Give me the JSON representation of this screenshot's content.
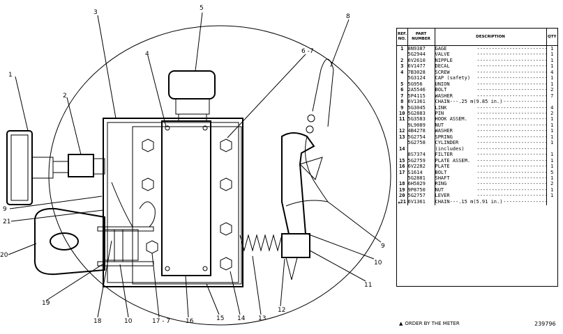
{
  "diagram": {
    "callouts": [
      "1",
      "2",
      "3",
      "4",
      "5",
      "6 -7",
      "8",
      "9",
      "21",
      "20",
      "19",
      "18",
      "10",
      "17 - 7",
      "16",
      "15",
      "14",
      "13",
      "12",
      "11",
      "10",
      "9"
    ]
  },
  "parts_table": {
    "headers": [
      "REF. NO.",
      "PART NUMBER",
      "DESCRIPTION",
      "QTY"
    ],
    "rows": [
      {
        "ref": "1",
        "pn": "8N9387",
        "desc": "GAGE",
        "qty": "1"
      },
      {
        "ref": "",
        "pn": "5G2944",
        "desc": "VALVE",
        "qty": "1"
      },
      {
        "ref": "2",
        "pn": "6V2610",
        "desc": "NIPPLE",
        "qty": "1"
      },
      {
        "ref": "3",
        "pn": "6V1477",
        "desc": "DECAL",
        "qty": "1"
      },
      {
        "ref": "4",
        "pn": "7B3028",
        "desc": "SCREW",
        "qty": "4"
      },
      {
        "ref": "",
        "pn": "5G3124",
        "desc": "CAP         (safety)",
        "qty": "1"
      },
      {
        "ref": "5",
        "pn": "5G956",
        "desc": "UNION",
        "qty": "1"
      },
      {
        "ref": "6",
        "pn": "2A5546",
        "desc": "BOLT",
        "qty": "2"
      },
      {
        "ref": "7",
        "pn": "5P4115",
        "desc": "WASHER",
        "qty": "7"
      },
      {
        "ref": "8",
        "pn": "6V1361",
        "desc": "CHAIN---.25 m(9.85 in.)",
        "qty": ""
      },
      {
        "ref": "9",
        "pn": "5G3045",
        "desc": "LINK",
        "qty": "4"
      },
      {
        "ref": "10",
        "pn": "5G2883",
        "desc": "PIN",
        "qty": "2"
      },
      {
        "ref": "11",
        "pn": "5G3583",
        "desc": "HOOK ASSEM.",
        "qty": "1"
      },
      {
        "ref": "",
        "pn": "9L9089",
        "desc": "NUT",
        "qty": "1"
      },
      {
        "ref": "12",
        "pn": "4B4278",
        "desc": "WASHER",
        "qty": "1"
      },
      {
        "ref": "13",
        "pn": "5G2754",
        "desc": "SPRING",
        "qty": "1"
      },
      {
        "ref": "",
        "pn": "5G2758",
        "desc": "CYLINDER",
        "qty": "1"
      },
      {
        "ref": "14",
        "pn": "",
        "desc": "  (includes)",
        "qty": ""
      },
      {
        "ref": "",
        "pn": "8S7374",
        "desc": "  FILTER",
        "qty": "1"
      },
      {
        "ref": "15",
        "pn": "5G2759",
        "desc": "PLATE ASSEM.",
        "qty": "1"
      },
      {
        "ref": "16",
        "pn": "6V2282",
        "desc": "PLATE",
        "qty": "1"
      },
      {
        "ref": "17",
        "pn": "S1614",
        "desc": "BOLT",
        "qty": "5"
      },
      {
        "ref": "",
        "pn": "5G2881",
        "desc": "SHAFT",
        "qty": "1"
      },
      {
        "ref": "18",
        "pn": "6H5829",
        "desc": "RING",
        "qty": "2"
      },
      {
        "ref": "19",
        "pn": "9P8750",
        "desc": "NUT",
        "qty": "1"
      },
      {
        "ref": "20",
        "pn": "5G2757",
        "desc": "LEVER",
        "qty": "1"
      },
      {
        "ref": "21",
        "pn": "6V1361",
        "desc": "CHAIN---.15 m(5.91 in.)",
        "qty": ""
      }
    ],
    "row21_mark": "▲"
  },
  "footnote": {
    "mark": "▲",
    "text": "ORDER BY THE METER"
  },
  "drawing_number": "239796"
}
